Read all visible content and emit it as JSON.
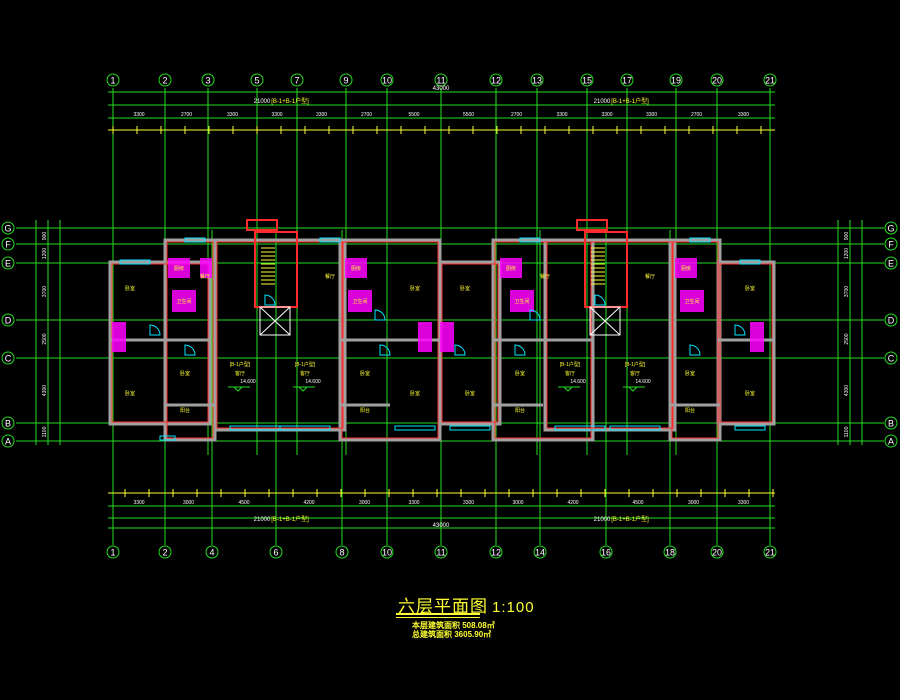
{
  "drawing": {
    "title": "六层平面图",
    "scale": "1:100",
    "floor_area": "本层建筑面积 508.08㎡",
    "total_area": "总建筑面积 3605.90㎡"
  },
  "axes": {
    "top": [
      "1",
      "2",
      "3",
      "5",
      "7",
      "9",
      "10",
      "11",
      "12",
      "13",
      "15",
      "17",
      "19",
      "20",
      "21"
    ],
    "bottom": [
      "1",
      "2",
      "4",
      "6",
      "8",
      "10",
      "11",
      "12",
      "14",
      "16",
      "18",
      "20",
      "21"
    ],
    "rows": [
      "G",
      "F",
      "E",
      "D",
      "C",
      "B",
      "A"
    ]
  },
  "dimensions": {
    "total": "43000",
    "unit_left": "21000",
    "unit_right": "21000",
    "unit_type_tag": "[B-1+B-1户型]",
    "top_segments": [
      "3300",
      "2700",
      "3300",
      "3300",
      "3300",
      "2700",
      "5500",
      "5500",
      "2700",
      "3300",
      "3300",
      "3300",
      "2700",
      "3300"
    ],
    "bottom_segments": [
      "3300",
      "3000",
      "4500",
      "4200",
      "3000",
      "3300",
      "3300",
      "3000",
      "4200",
      "4500",
      "3000",
      "3300"
    ],
    "left_rows": [
      "900",
      "1200",
      "3700",
      "2500",
      "4300",
      "1100"
    ],
    "right_rows": [
      "900",
      "1200",
      "3700",
      "2500",
      "4300",
      "1100"
    ]
  },
  "rooms": {
    "unit_tag": "[B-1户型]",
    "living": "客厅",
    "bedroom": "卧室",
    "kitchen": "厨房",
    "bath": "卫生间",
    "balcony": "阳台",
    "dining": "餐厅",
    "elevation": "14.600"
  }
}
